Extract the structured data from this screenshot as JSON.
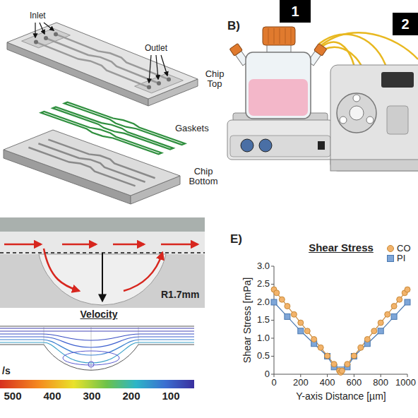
{
  "diagram": {
    "nodes": [
      {
        "text": [
          "1"
        ]
      },
      {
        "text": [
          "2"
        ]
      }
    ],
    "labels": [
      "Inlet",
      "Outlet",
      "Chip Top",
      "Gaskets",
      "Chip Bottom",
      "B)",
      "R1.7mm",
      "Velocity",
      "/s",
      "500",
      "400",
      "300",
      "200",
      "100",
      "E)",
      "Shear Stress",
      "Shear Stress [mPa]",
      "3.0",
      "2.5",
      "2.0",
      "1.5",
      "1.0",
      "0.5",
      "0",
      "0",
      "200",
      "400",
      "600",
      "800",
      "1000",
      "Y-axis Distance [µm]"
    ],
    "legend": [
      {
        "text": "CO"
      },
      {
        "text": "PI"
      }
    ]
  }
}
